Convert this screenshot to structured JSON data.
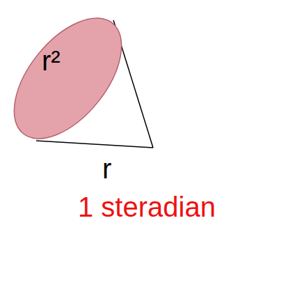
{
  "diagram": {
    "nodes": [
      {
        "text": [
          "1 steradian"
        ]
      },
      {
        "text": [
          "r²"
        ],
        "in": 0
      }
    ],
    "labels": [
      "r"
    ]
  }
}
